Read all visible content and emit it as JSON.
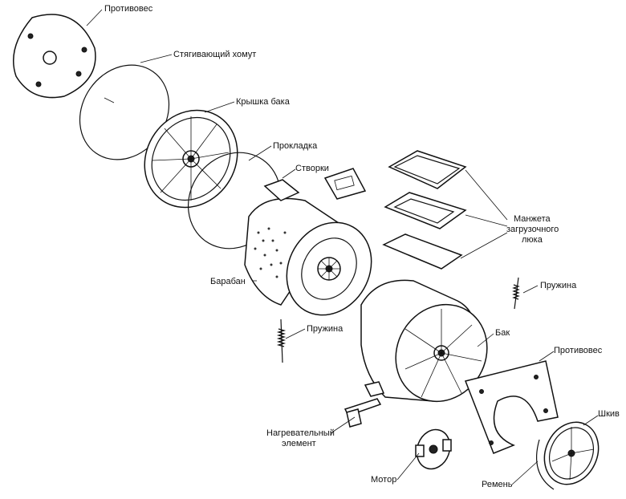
{
  "labels": {
    "counterweight_top": "Противовес",
    "clamp": "Стягивающий хомут",
    "tank_cover": "Крышка бака",
    "gasket": "Прокладка",
    "flaps": "Створки",
    "hatch_cuff_1": "Манжета",
    "hatch_cuff_2": "загрузочного",
    "hatch_cuff_3": "люка",
    "drum": "Барабан",
    "spring_right": "Пружина",
    "spring_left": "Пружина",
    "tank": "Бак",
    "counterweight_bottom": "Противовес",
    "heater_1": "Нагревательный",
    "heater_2": "элемент",
    "motor": "Мотор",
    "pulley": "Шкив",
    "belt": "Ремень"
  }
}
